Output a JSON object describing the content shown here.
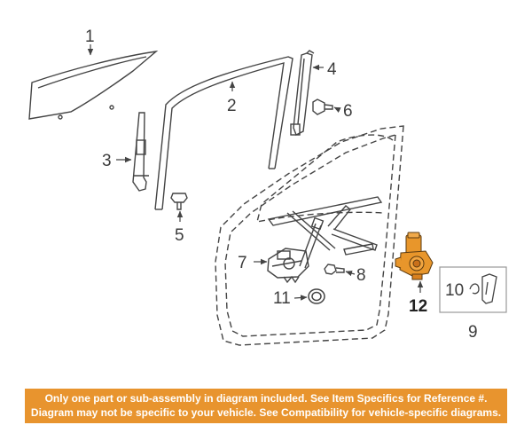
{
  "colors": {
    "line": "#444444",
    "highlight_part": "#e8962b",
    "banner_bg": "#e8942e",
    "banner_text": "#ffffff"
  },
  "callouts": {
    "c1": "1",
    "c2": "2",
    "c3": "3",
    "c4": "4",
    "c5": "5",
    "c6": "6",
    "c7": "7",
    "c8": "8",
    "c9": "9",
    "c10": "10",
    "c11": "11",
    "c12": "12"
  },
  "highlighted_callout": "12",
  "disclaimer": {
    "line1": "Only one part or sub-assembly in diagram included. See Item Specifics for Reference #.",
    "line2": "Diagram may not be specific to your vehicle. See Compatibility for vehicle-specific diagrams."
  }
}
